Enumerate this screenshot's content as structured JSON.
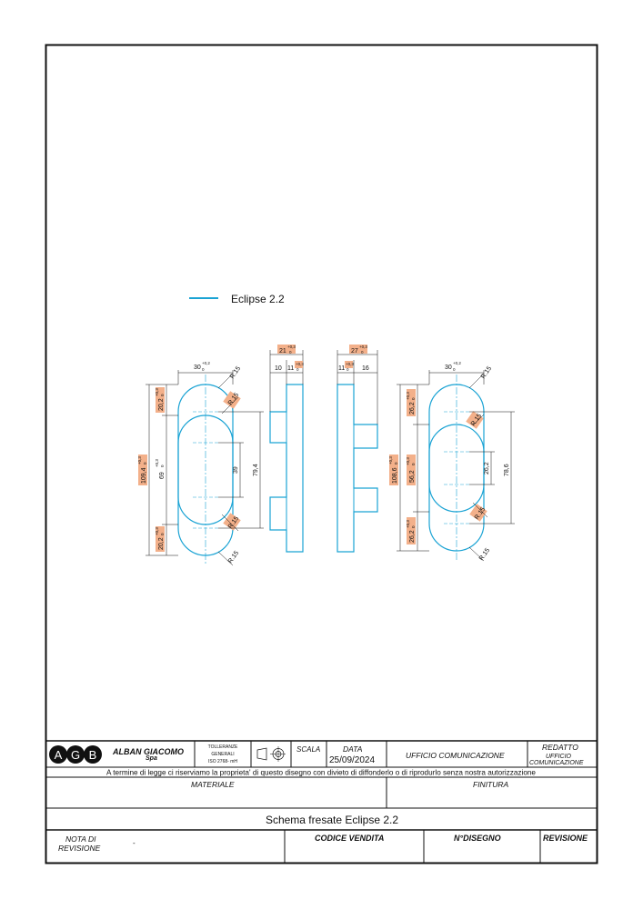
{
  "legend": {
    "label": "Eclipse 2.2",
    "color": "#1aa3d4"
  },
  "colors": {
    "line": "#1aa3d4",
    "highlight": "#f3b08a",
    "frame": "#111111"
  },
  "views": {
    "left": {
      "width": "30",
      "width_tol_up": "+0,2",
      "width_tol_low": "0",
      "radius_1": "R.15",
      "radius_2": "R.15",
      "radius_3": "R.15",
      "radius_4": "R.15",
      "overall": "109,4",
      "overall_tol_up": "+0,3",
      "overall_tol_low": "0",
      "top_pocket": "20,2",
      "top_pocket_tol_up": "+0,3",
      "top_pocket_tol_low": "0",
      "mid_pocket": "69",
      "mid_pocket_tol_up": "+0,3",
      "mid_pocket_tol_low": "0",
      "bottom_pocket": "20,2",
      "bottom_pocket_tol_up": "+0,3",
      "bottom_pocket_tol_low": "0",
      "inner": "39",
      "outer": "79,4"
    },
    "side_a": {
      "total": "21",
      "total_tol_up": "+0,3",
      "total_tol_low": "0",
      "part1": "10",
      "part2": "11",
      "part2_tol_up": "+0,3",
      "part2_tol_low": "0"
    },
    "side_b": {
      "total": "27",
      "total_tol_up": "+0,3",
      "total_tol_low": "0",
      "part1": "11",
      "part1_tol_up": "+0,3",
      "part1_tol_low": "0",
      "part2": "16"
    },
    "right": {
      "width": "30",
      "width_tol_up": "+0,2",
      "width_tol_low": "0",
      "radius_1": "R.15",
      "radius_2": "R.15",
      "radius_3": "R.15",
      "radius_4": "R.15",
      "overall": "108,6",
      "overall_tol_up": "+0,3",
      "overall_tol_low": "0",
      "top_pocket": "26,2",
      "top_pocket_tol_up": "+0,3",
      "top_pocket_tol_low": "0",
      "mid_pocket": "56,2",
      "mid_pocket_tol_up": "+0,3",
      "mid_pocket_tol_low": "0",
      "bottom_pocket": "26,2",
      "bottom_pocket_tol_up": "+0,3",
      "bottom_pocket_tol_low": "0",
      "inner": "26,2",
      "outer": "78,6"
    }
  },
  "title_block": {
    "logo_letters": [
      "A",
      "G",
      "B"
    ],
    "company_line1": "ALBAN GIACOMO",
    "company_line2": "Spa",
    "tolerances": [
      "TOLLERANZE",
      "GENERALI",
      "ISO 2768- mH"
    ],
    "scale_label": "SCALA",
    "date_label": "DATA",
    "date_value": "25/09/2024",
    "office": "UFFICIO COMUNICAZIONE",
    "drafted_label": "REDATTO",
    "drafted_value_1": "UFFICIO",
    "drafted_value_2": "COMUNICAZIONE",
    "notice": "A termine di legge ci riserviamo la proprieta' di questo disegno con divieto di diffonderlo o di riprodurlo senza nostra autorizzazione",
    "material_label": "MATERIALE",
    "finish_label": "FINITURA",
    "drawing_title": "Schema fresate Eclipse 2.2",
    "revision_note_label_1": "NOTA DI",
    "revision_note_label_2": "REVISIONE",
    "revision_note_value": "-",
    "sales_code_label": "CODICE VENDITA",
    "drawing_number_label": "N°DISEGNO",
    "revision_label": "REVISIONE"
  }
}
